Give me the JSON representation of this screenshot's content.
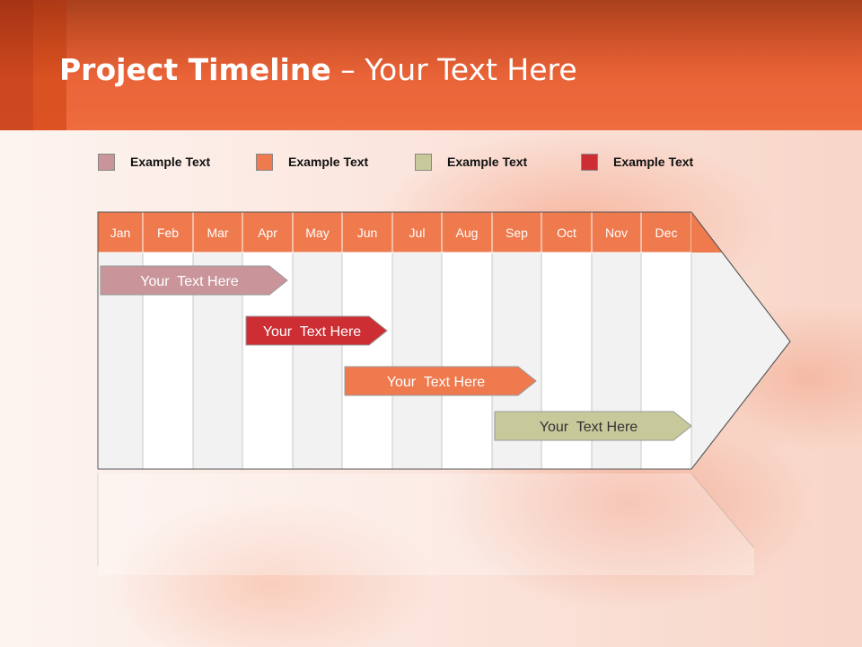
{
  "slide": {
    "title_bold": "Project Timeline",
    "title_rest": " – Your Text Here"
  },
  "legend": [
    {
      "label": "Example Text",
      "color": "#c9959a"
    },
    {
      "label": "Example Text",
      "color": "#ee7a4e"
    },
    {
      "label": "Example Text",
      "color": "#c8c99a"
    },
    {
      "label": "Example Text",
      "color": "#cc2e33"
    }
  ],
  "timeline": {
    "months": [
      "Jan",
      "Feb",
      "Mar",
      "Apr",
      "May",
      "Jun",
      "Jul",
      "Aug",
      "Sep",
      "Oct",
      "Nov",
      "Dec"
    ],
    "header_color": "#ee7a4e",
    "bars": [
      {
        "label": "Your  Text Here",
        "start_month": "Jan",
        "end_month": "Apr",
        "color": "#c9959a",
        "text_color": "#ffffff"
      },
      {
        "label": "Your  Text Here",
        "start_month": "Apr",
        "end_month": "Jun",
        "color": "#cc2e33",
        "text_color": "#ffffff"
      },
      {
        "label": "Your  Text Here",
        "start_month": "Jun",
        "end_month": "Sep",
        "color": "#ee7a4e",
        "text_color": "#ffffff"
      },
      {
        "label": "Your  Text Here",
        "start_month": "Sep",
        "end_month": "Dec",
        "color": "#c8c99a",
        "text_color": "#333333"
      }
    ]
  }
}
